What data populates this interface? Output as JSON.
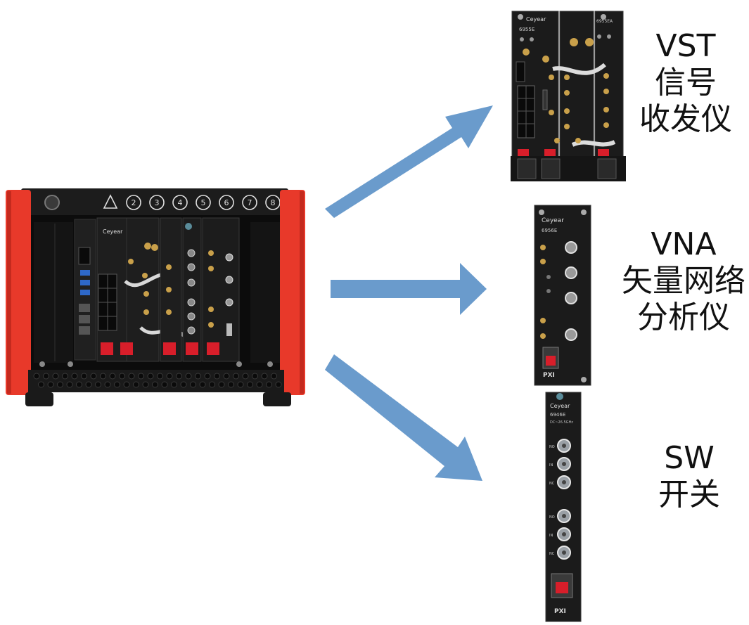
{
  "colors": {
    "arrow": "#6a9bcc",
    "chassis_side": "#e8392a",
    "panel": "#1a1a1a",
    "panel_light": "#2c2c2c",
    "gold": "#c9a04a",
    "silver": "#b9b9b9",
    "latch_red": "#d81e2a"
  },
  "chassis": {
    "slot_numbers": [
      "1",
      "2",
      "3",
      "4",
      "5",
      "6",
      "7",
      "8"
    ],
    "brand": "Ceyear"
  },
  "modules": {
    "vst": {
      "label_lines": [
        "VST",
        "信号",
        "收发仪"
      ],
      "brand": "Ceyear",
      "model": "6955E",
      "model_secondary": "6955EA"
    },
    "vna": {
      "label_lines": [
        "VNA",
        "矢量网络",
        "分析仪"
      ],
      "brand": "Ceyear",
      "model": "6956E",
      "badge": "PXI"
    },
    "sw": {
      "label_lines": [
        "SW",
        "开关"
      ],
      "brand": "Ceyear",
      "model": "6946E",
      "spec": "DC~26.5GHz",
      "port_labels": [
        "NO",
        "IN",
        "NC",
        "NO",
        "IN",
        "NC"
      ],
      "badge": "PXI"
    }
  }
}
